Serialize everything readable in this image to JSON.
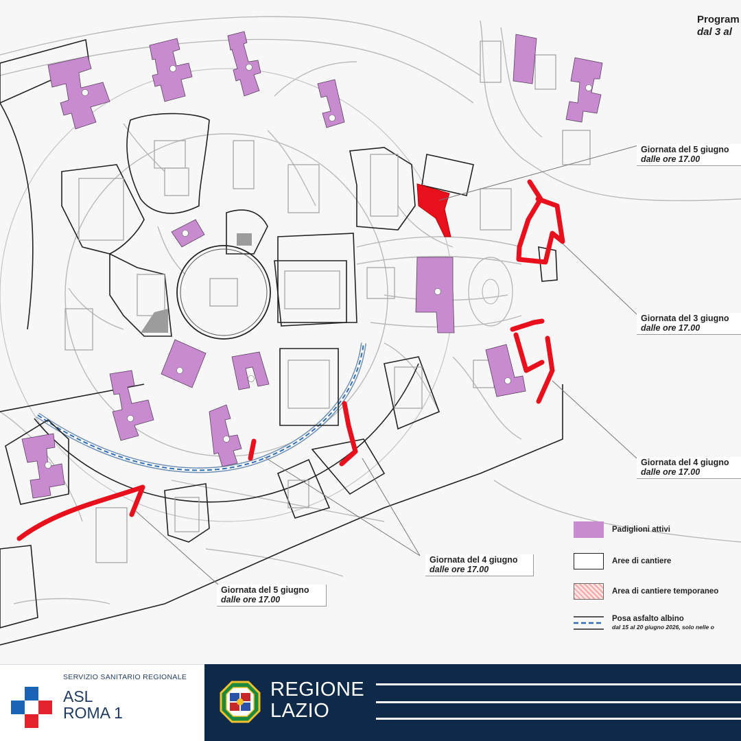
{
  "title": {
    "line1": "Program",
    "line2": "dal 3 al"
  },
  "callouts": [
    {
      "id": "giugno5-top",
      "date": "Giornata del 5 giugno",
      "time": "dalle ore 17.00"
    },
    {
      "id": "giugno3",
      "date": "Giornata del 3 giugno",
      "time": "dalle ore 17.00"
    },
    {
      "id": "giugno4-right",
      "date": "Giornata del 4 giugno",
      "time": "dalle ore 17.00"
    },
    {
      "id": "giugno4-bottom",
      "date": "Giornata del 4 giugno",
      "time": "dalle ore 17.00"
    },
    {
      "id": "giugno5-bottom",
      "date": "Giornata del 5 giugno",
      "time": "dalle ore 17.00"
    }
  ],
  "legend": {
    "active": "Padiglioni attivi",
    "sites": "Aree di cantiere",
    "temporary": "Area di cantiere temporaneo",
    "asphalt": "Posa asfalto albino",
    "asphalt_note": "dal 15 al 20 giugno 2026, solo nelle o"
  },
  "colors": {
    "active_pavilion": "#c98bd0",
    "works_red": "#e8101c",
    "asphalt_blue": "#2f6db5",
    "temporary_hatch": "#f4a5a5",
    "footer_navy": "#0f2a48",
    "asl_blue": "#1e3a5f",
    "asl_cross_red": "#e3222b",
    "asl_cross_blue": "#1b63b5"
  },
  "footer": {
    "ssr": "SERVIZIO SANITARIO REGIONALE",
    "asl_line1": "ASL",
    "asl_line2": "ROMA 1",
    "regione_line1": "REGIONE",
    "regione_line2": "LAZIO",
    "asl_logo_icon": "cross-icon",
    "regione_logo_icon": "regional-crest-icon"
  }
}
